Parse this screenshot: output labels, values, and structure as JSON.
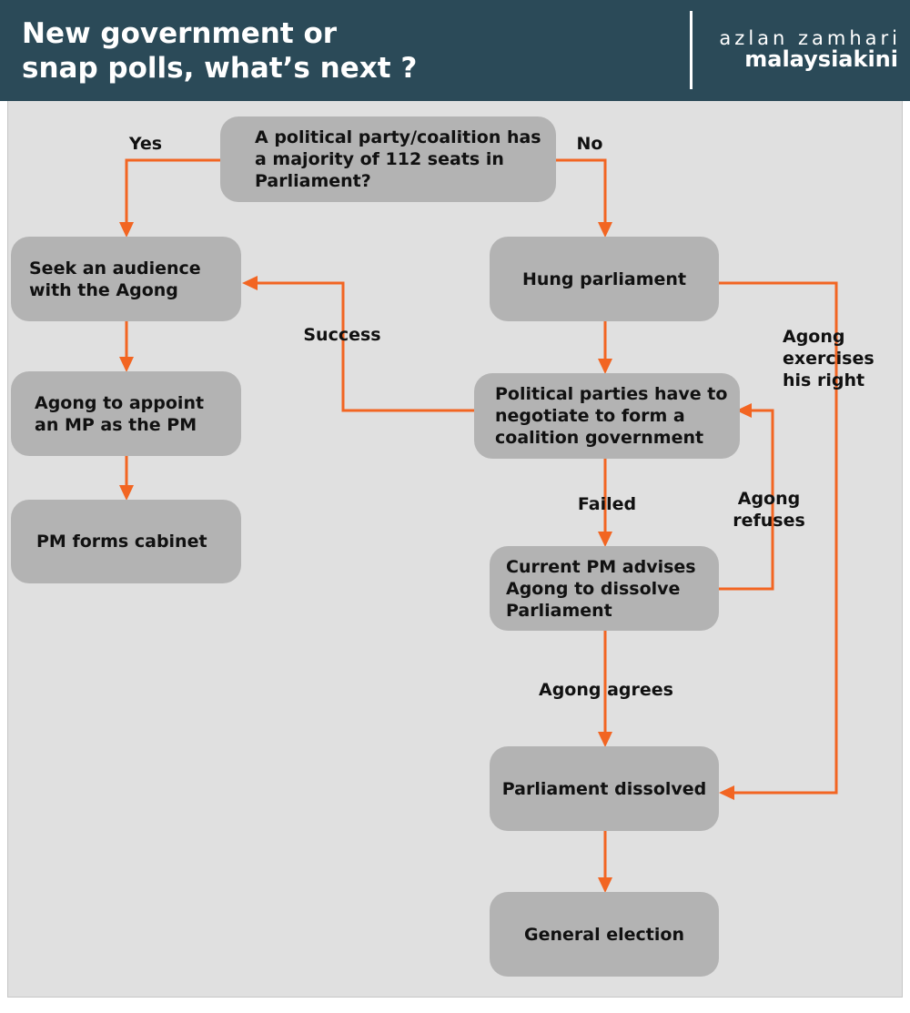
{
  "header": {
    "title_line1": "New government or",
    "title_line2": "snap polls, what’s next ?",
    "credit": "azlan zamhari",
    "brand": "malaysiakini"
  },
  "colors": {
    "header_bg": "#2b4a58",
    "canvas_bg": "#e0e0e0",
    "node_fill": "#b3b3b3",
    "arrow": "#f26522"
  },
  "nodes": {
    "majority_question": "A political party/coalition has a majority of 112 seats in Parliament?",
    "seek_audience": "Seek an audience with the Agong",
    "appoint_pm": "Agong to appoint an MP as the PM",
    "forms_cabinet": "PM forms cabinet",
    "hung_parliament": "Hung parliament",
    "negotiate": "Political parties have to negotiate to form a coalition government",
    "advise_dissolve": "Current PM advises Agong to dissolve Parliament",
    "dissolved": "Parliament dissolved",
    "election": "General election"
  },
  "edges": {
    "yes": "Yes",
    "no": "No",
    "success": "Success",
    "failed": "Failed",
    "agong_refuses": "Agong refuses",
    "agong_agrees": "Agong agrees",
    "agong_exercises": "Agong exercises his right"
  }
}
